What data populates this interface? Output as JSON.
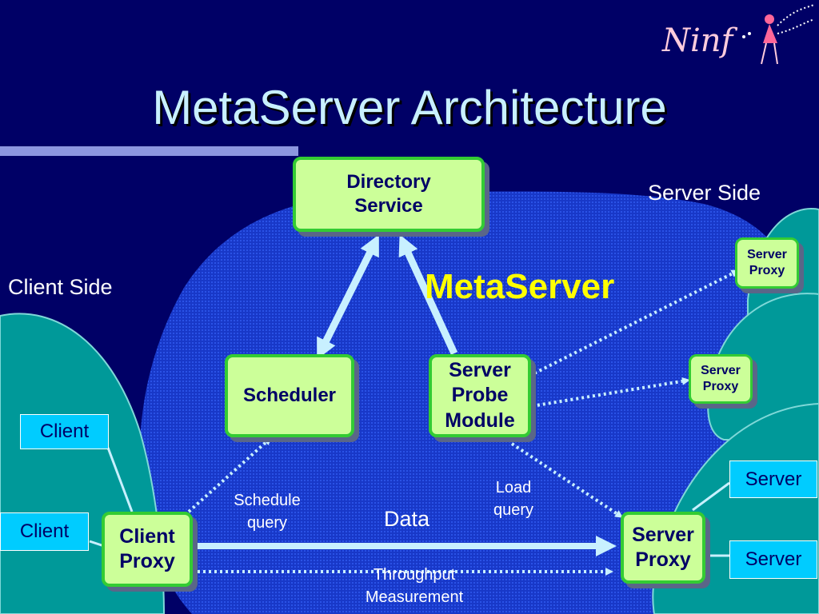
{
  "title": "MetaServer Architecture",
  "server_side_label": "Server Side",
  "client_side_label": "Client Side",
  "metaserver_label": "MetaServer",
  "logo": {
    "text": "Ninf",
    "icon": "ninf-fairy-logo"
  },
  "nodes": {
    "directory_service": "Directory Service",
    "scheduler": "Scheduler",
    "server_probe_module": "Server Probe Module",
    "client_proxy": "Client Proxy",
    "server_proxy_main": "Server Proxy",
    "server_proxy_top": "Server Proxy",
    "server_proxy_mid": "Server Proxy",
    "client_top": "Client",
    "client_bottom": "Client",
    "server_top": "Server",
    "server_bottom": "Server"
  },
  "edge_labels": {
    "schedule_query": "Schedule query",
    "load_query": "Load query",
    "data": "Data",
    "throughput_measurement": "Throughput Measurement"
  },
  "colors": {
    "background": "#000066",
    "metaserver_region": "#1838c8",
    "side_region": "#009999",
    "node_fill": "#ccff99",
    "node_border": "#33cc33",
    "title": "#c8f0ff",
    "metaserver_text": "#ffff00",
    "client_server_box": "#00ccff",
    "arrow": "#c8f0ff"
  }
}
